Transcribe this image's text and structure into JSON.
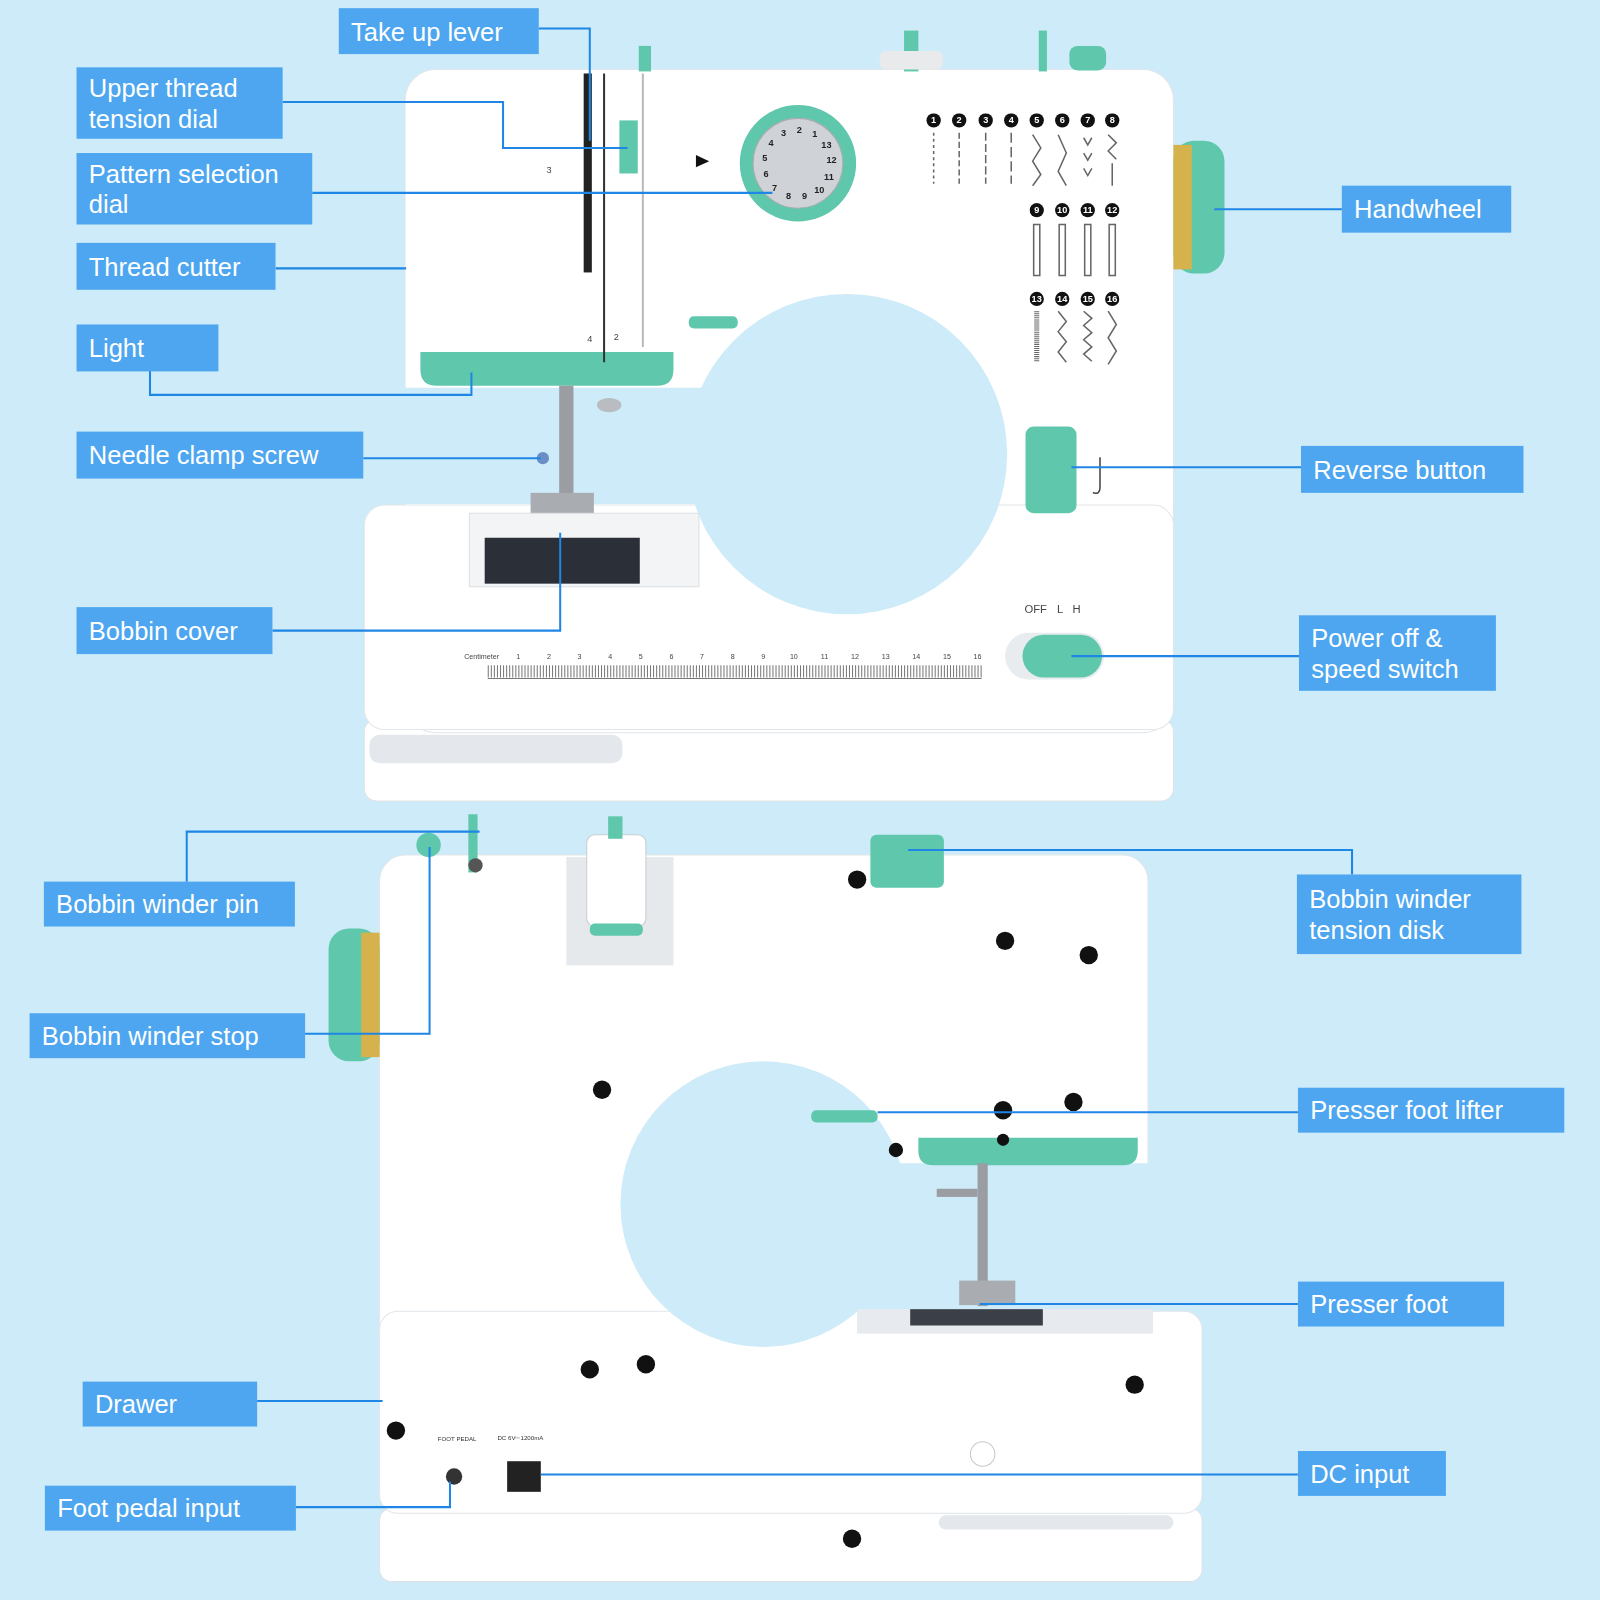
{
  "diagram": {
    "nodes": [
      {
        "text": [
          "Take up lever"
        ]
      },
      {
        "text": [
          "Upper thread tension dial"
        ]
      },
      {
        "text": [
          "Pattern selection dial"
        ]
      },
      {
        "text": [
          "Handwheel"
        ]
      },
      {
        "text": [
          "Thread cutter"
        ]
      },
      {
        "text": [
          "Light"
        ]
      },
      {
        "text": [
          "Needle clamp screw"
        ]
      },
      {
        "text": [
          "Reverse button"
        ]
      },
      {
        "text": [
          "Bobbin cover"
        ]
      },
      {
        "text": [
          "Power off & speed switch"
        ]
      },
      {
        "text": [
          "Bobbin winder tension disk"
        ]
      },
      {
        "text": [
          "Bobbin winder pin"
        ]
      },
      {
        "text": [
          "Bobbin winder stop"
        ]
      },
      {
        "text": [
          "Presser foot lifter"
        ]
      },
      {
        "text": [
          "Presser foot"
        ]
      },
      {
        "text": [
          "Drawer"
        ]
      },
      {
        "text": [
          "DC input"
        ]
      },
      {
        "text": [
          "Foot pedal input"
        ]
      }
    ],
    "labels": [
      "1",
      "2",
      "3",
      "4",
      "5",
      "6",
      "7",
      "8",
      "9",
      "10",
      "11",
      "12",
      "13",
      "14",
      "15",
      "16",
      "1",
      "2",
      "3",
      "4",
      "5",
      "6",
      "7",
      "8",
      "9",
      "10",
      "11",
      "12",
      "13",
      "3",
      "4",
      "2",
      "OFF",
      "L",
      "H",
      "Centimeter",
      "1",
      "2",
      "3",
      "4",
      "5",
      "6",
      "7",
      "8",
      "9",
      "10",
      "11",
      "12",
      "13",
      "14",
      "15",
      "16",
      "FOOT PEDAL",
      "DC 6V⎓1200mA"
    ]
  }
}
